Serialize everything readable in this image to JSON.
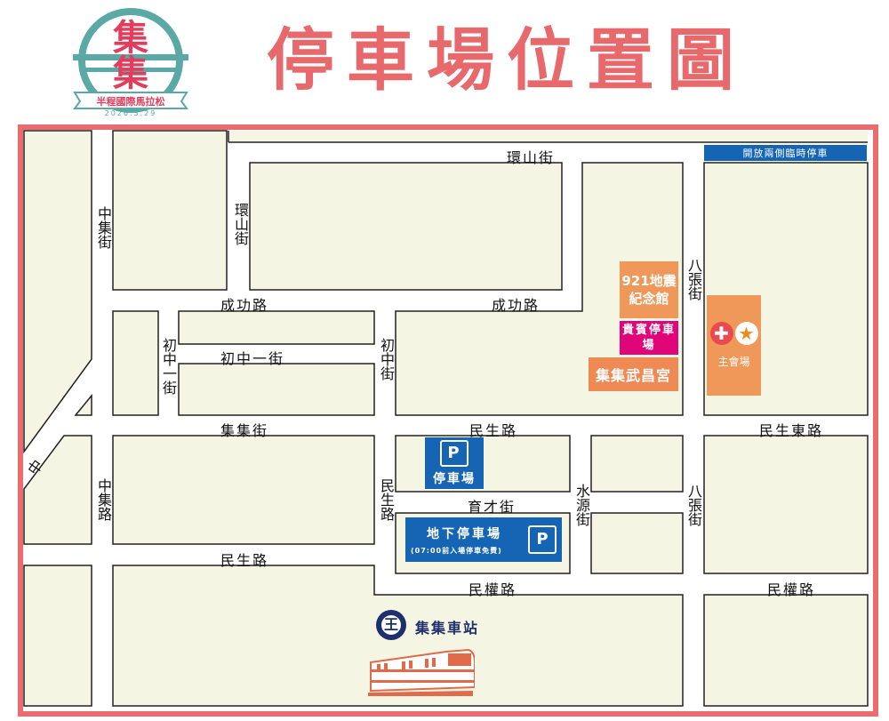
{
  "header": {
    "title": "停車場位置圖"
  },
  "logo": {
    "main": "集集",
    "ribbon": "半程國際馬拉松",
    "date": "2026.3.29"
  },
  "roads": {
    "huanshan_top": "環山街",
    "huanshan_side": "環山街",
    "zhongji_st": "中集街",
    "chenggong_w": "成功路",
    "chenggong_e": "成功路",
    "chuzhongyi_h": "初中一街",
    "chuzhongyi_v": "初中一街",
    "chuzhong": "初中街",
    "jiji_st": "集集街",
    "minsheng_top": "民生路",
    "minsheng_east": "民生東路",
    "zhongji_rd": "中集路",
    "diagonal": "中",
    "minsheng_v": "民生路",
    "yucai": "育才街",
    "shuiyuan": "水源街",
    "bazhang_n": "八張街",
    "bazhang_s": "八張街",
    "minsheng_w": "民生路",
    "minquan": "民權路",
    "minquan_e": "民權路"
  },
  "places": {
    "open_banner": "開放兩側臨時停車",
    "memorial": "921地震紀念館",
    "vip_parking": "貴賓停車場",
    "temple": "集集武昌宮",
    "main_venue": "主會場",
    "parking": "停車場",
    "underground": "地下停車場",
    "underground_note": "(07:00前入場停車免費)",
    "station": "集集車站"
  },
  "colors": {
    "title": "#e8696b",
    "frame": "#ea6b70",
    "block": "#f4f5e2",
    "blue": "#1565b4",
    "orange": "#f0985a",
    "magenta": "#e0067a",
    "navy": "#1f2f6b"
  }
}
